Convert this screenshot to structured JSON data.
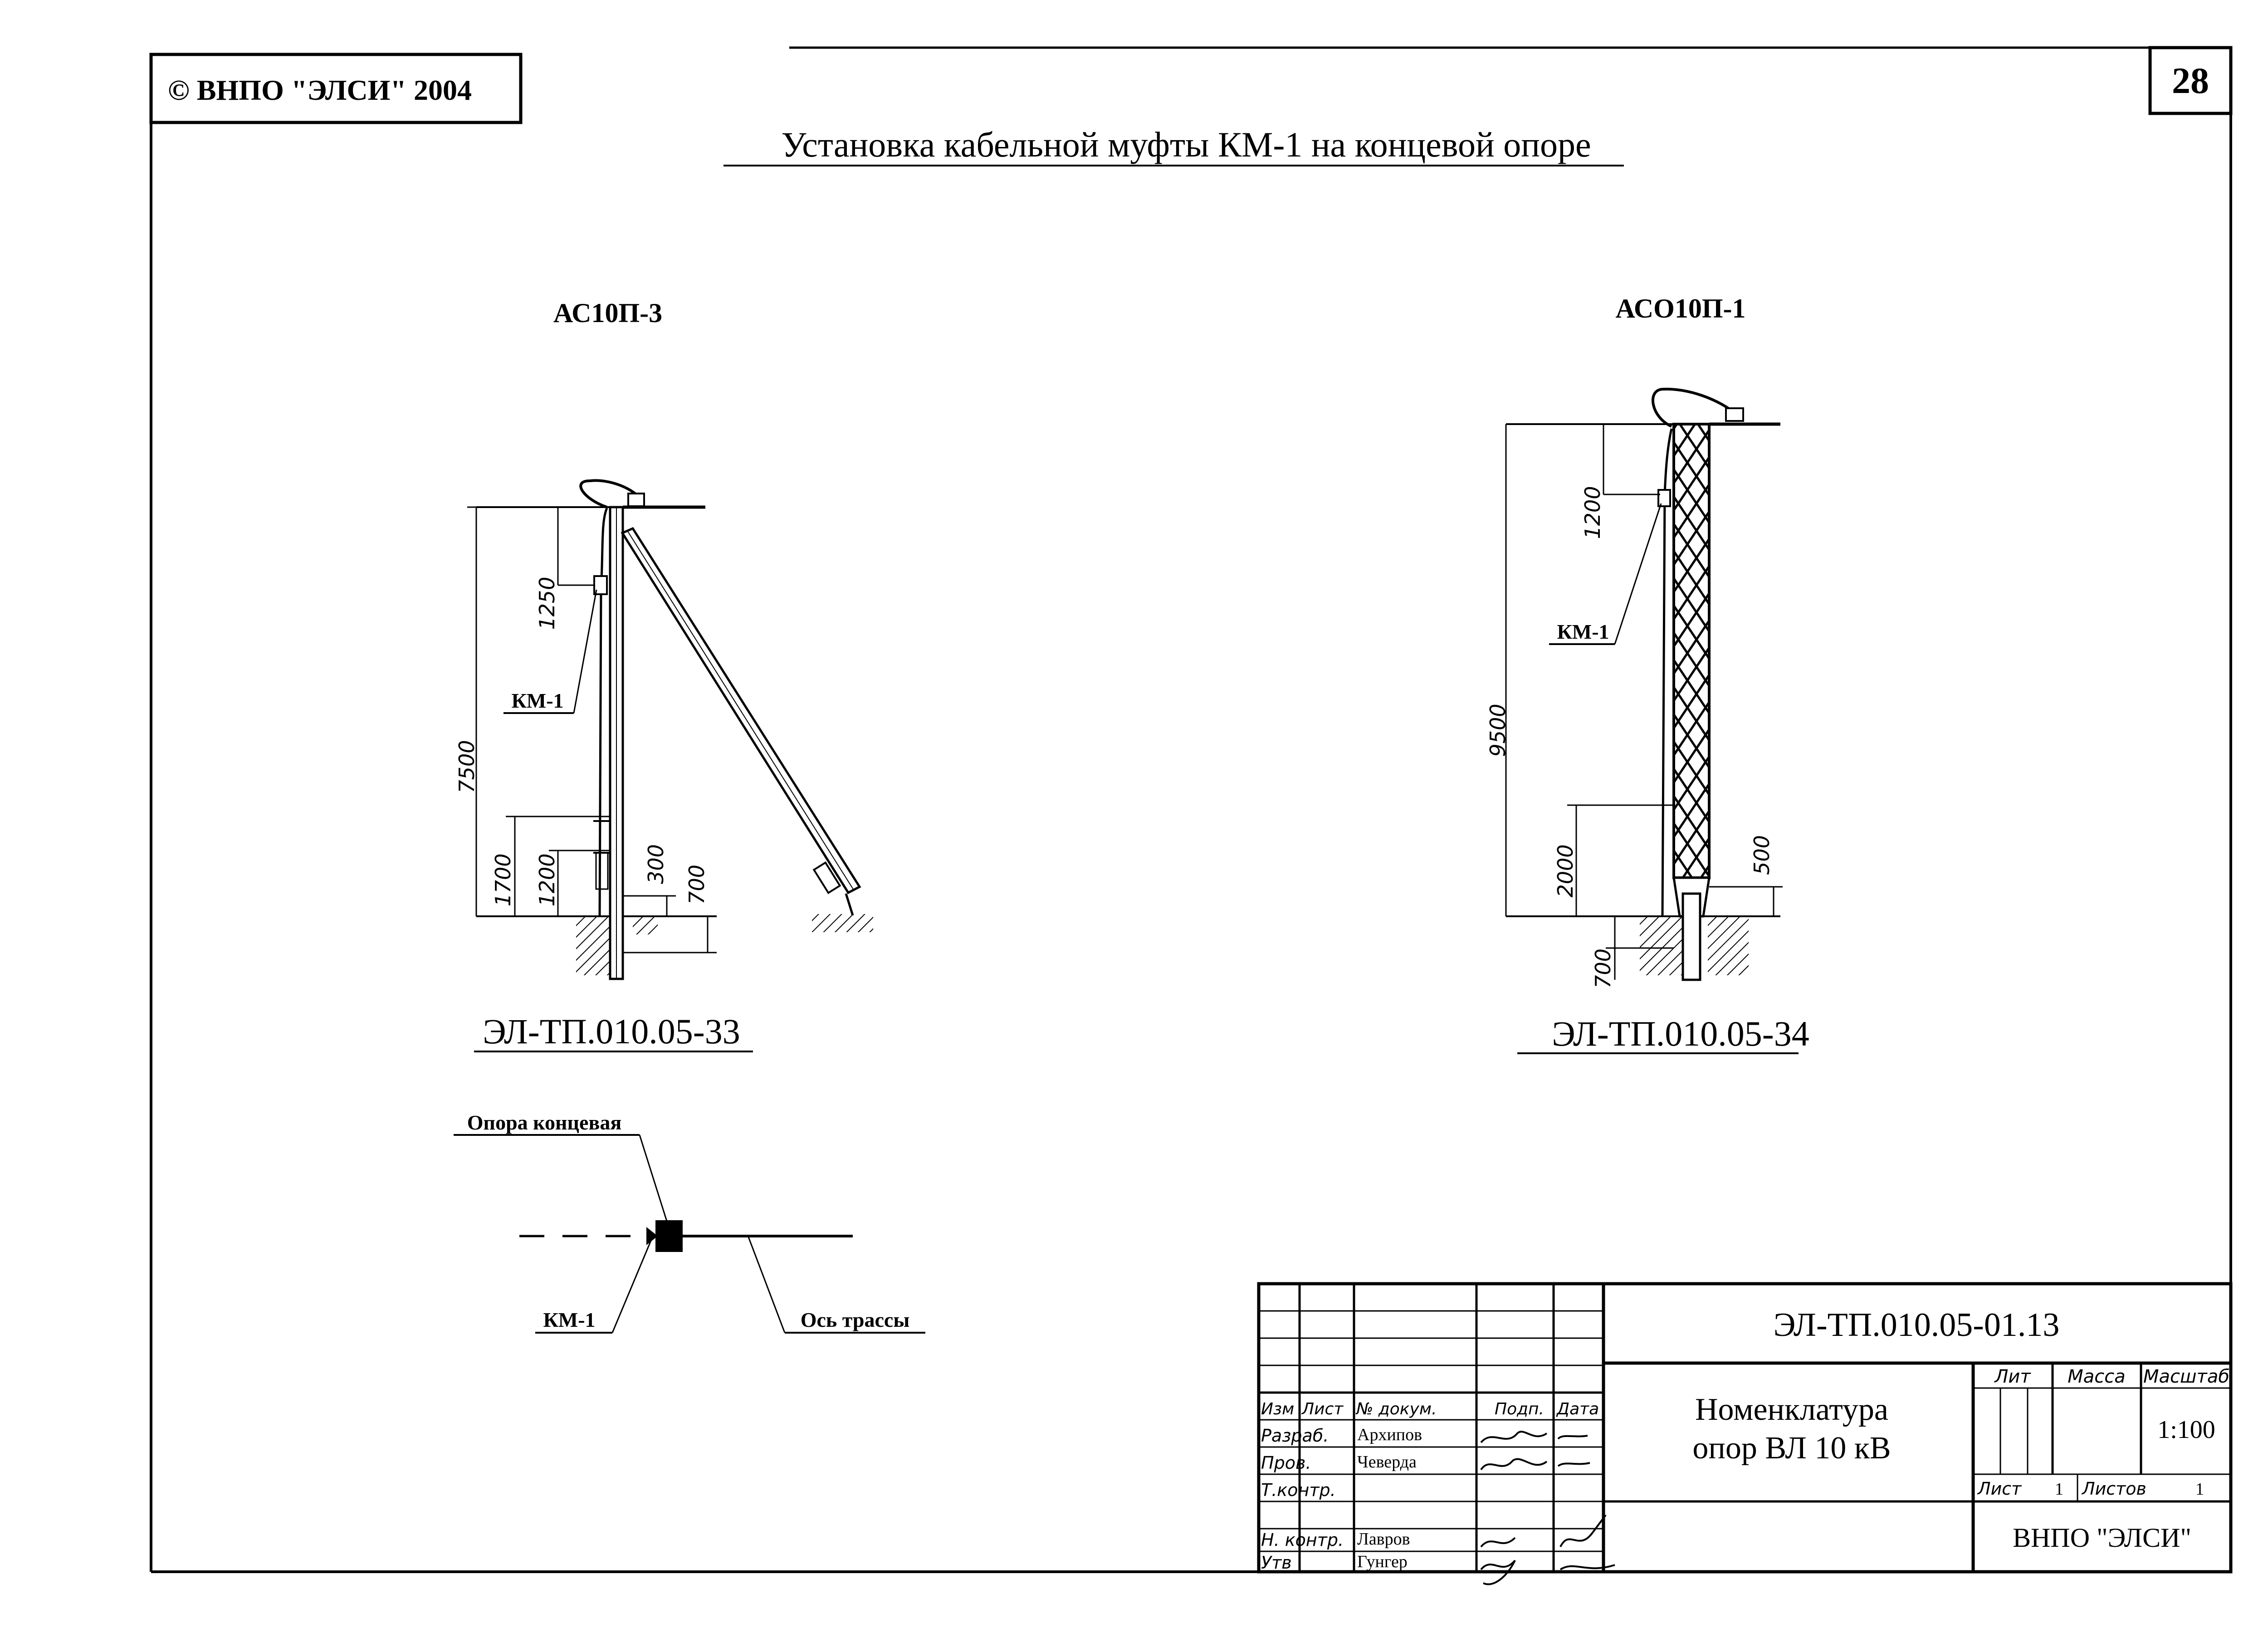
{
  "header": {
    "copyright": "© ВНПО \"ЭЛСИ\" 2004",
    "sheet_number": "28",
    "title": "Установка кабельной муфты КМ-1 на концевой опоре"
  },
  "left_support": {
    "name": "АС10П-3",
    "doc_code": "ЭЛ-ТП.010.05-33",
    "km_label": "КМ-1",
    "dims": {
      "total": "7500",
      "top": "1250",
      "bottom1": "1700",
      "bottom2": "1200",
      "d300": "300",
      "d700": "700"
    }
  },
  "right_support": {
    "name": "АСО10П-1",
    "doc_code": "ЭЛ-ТП.010.05-34",
    "km_label": "КМ-1",
    "dims": {
      "total": "9500",
      "top": "1200",
      "bottom": "2000",
      "d500": "500",
      "d700": "700"
    }
  },
  "plan": {
    "support_label": "Опора концевая",
    "km_label": "КМ-1",
    "axis_label": "Ось трассы"
  },
  "title_block": {
    "doc_code": "ЭЛ-ТП.010.05-01.13",
    "name_line1": "Номенклатура",
    "name_line2": "опор ВЛ 10 кВ",
    "headers": {
      "izm": "Изм",
      "list": "Лист",
      "doc_num": "№ докум.",
      "sign": "Подп.",
      "date": "Дата"
    },
    "rows": [
      {
        "role": "Разраб.",
        "name": "Архипов"
      },
      {
        "role": "Пров.",
        "name": "Чеверда"
      },
      {
        "role": "Т.контр.",
        "name": ""
      },
      {
        "role": "Н. контр.",
        "name": "Лавров"
      },
      {
        "role": "Утв",
        "name": "Гунгер"
      }
    ],
    "lit_label": "Лит",
    "mass_label": "Масса",
    "scale_label": "Масштаб",
    "scale_value": "1:100",
    "sheet_label": "Лист",
    "sheet_value": "1",
    "sheets_label": "Листов",
    "sheets_value": "1",
    "org": "ВНПО \"ЭЛСИ\""
  }
}
